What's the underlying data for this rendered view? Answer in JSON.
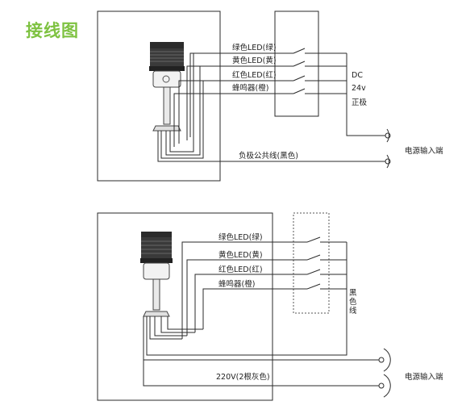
{
  "title": "接线图",
  "top": {
    "leds": [
      "绿色LED(绿)",
      "黄色LED(黄)",
      "红色LED(红)",
      "蜂鸣器(橙)"
    ],
    "common": "负极公共线(黑色)",
    "dc_label": [
      "DC",
      "24v",
      "正极"
    ],
    "power_input": "电源输入端"
  },
  "bottom": {
    "leds": [
      "绿色LED(绿)",
      "黄色LED(黄)",
      "红色LED(红)",
      "蜂鸣器(橙)"
    ],
    "black_wire": "黑色线",
    "power_supply": "220V(2根灰色)",
    "power_input": "电源输入端"
  },
  "colors": {
    "title": "#7ec241",
    "line": "#2a2a2a"
  }
}
